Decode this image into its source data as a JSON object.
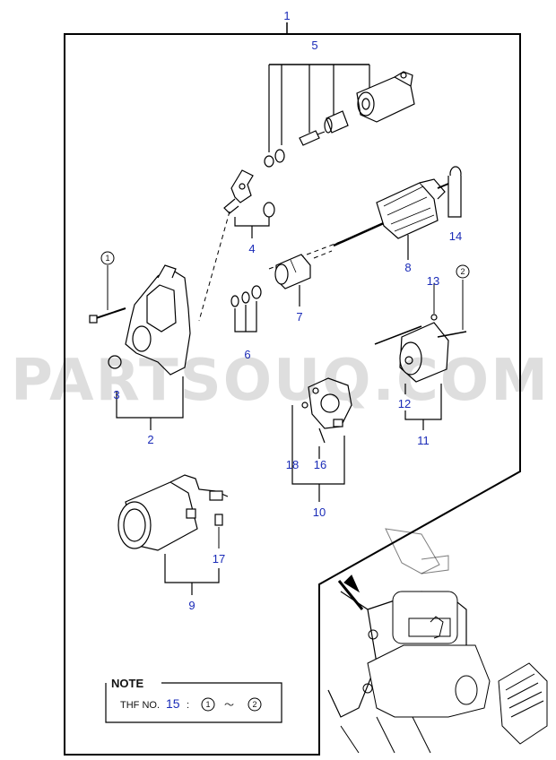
{
  "callouts": {
    "c1": "1",
    "c2": "2",
    "c3": "3",
    "c4": "4",
    "c5": "5",
    "c6": "6",
    "c7": "7",
    "c8": "8",
    "c9": "9",
    "c10": "10",
    "c11": "11",
    "c12": "12",
    "c13": "13",
    "c14": "14",
    "c16": "16",
    "c17": "17",
    "c18": "18"
  },
  "torque_refs": {
    "a": "1",
    "b": "2"
  },
  "note": {
    "title": "NOTE",
    "label": "THF NO.",
    "number": "15",
    "colon": ":",
    "from": "1",
    "dash": "〜",
    "to": "2"
  },
  "watermark": "PARTSOUQ.COM",
  "colors": {
    "callout": "#1a2bb8",
    "line": "#000000",
    "watermark": "#c8c8c8"
  }
}
